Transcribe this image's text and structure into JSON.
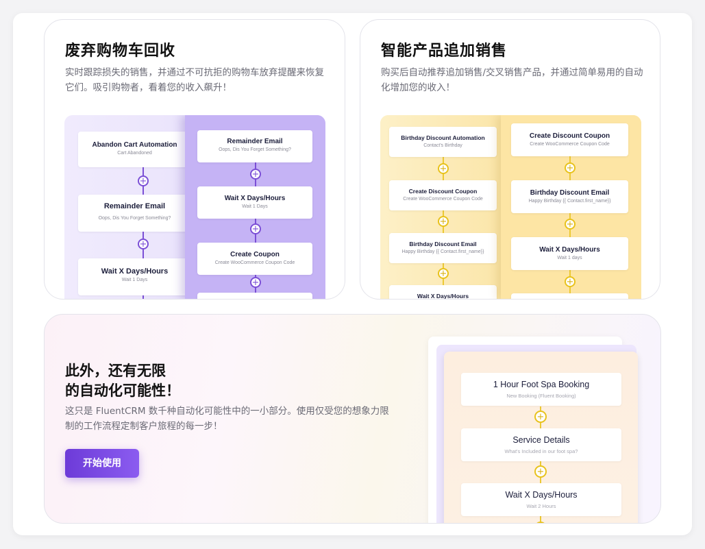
{
  "cards": [
    {
      "title": "废弃购物车回收",
      "description": "实时跟踪损失的销售，并通过不可抗拒的购物车放弃提醒来恢复它们。吸引购物者，看着您的收入飙升！",
      "left_nodes": [
        {
          "title": "Abandon Cart Automation",
          "subtitle": "Cart Abandoned"
        },
        {
          "title": "Remainder Email",
          "subtitle": "Oops, Dis You Forget Something?"
        },
        {
          "title": "Wait X Days/Hours",
          "subtitle": "Wait 1 Days"
        }
      ],
      "right_nodes": [
        {
          "title": "Remainder Email",
          "subtitle": "Oops, Dis You Forget Something?"
        },
        {
          "title": "Wait X Days/Hours",
          "subtitle": "Wait 1 Days"
        },
        {
          "title": "Create Coupon",
          "subtitle": "Create WooCommerce Coupon Code"
        }
      ],
      "accent": "#7b4fd6"
    },
    {
      "title": "智能产品追加销售",
      "description": "购买后自动推荐追加销售/交叉销售产品，并通过简单易用的自动化增加您的收入！",
      "left_nodes": [
        {
          "title": "Birthday Discount Automation",
          "subtitle": "Contact's Birthday"
        },
        {
          "title": "Create Discount Coupon",
          "subtitle": "Create WooCommerce Coupon Code"
        },
        {
          "title": "Birthday Discount Email",
          "subtitle": "Happy Birthday {{ Contact.first_name}}"
        },
        {
          "title": "Wait X Days/Hours",
          "subtitle": ""
        }
      ],
      "right_nodes": [
        {
          "title": "Create Discount Coupon",
          "subtitle": "Create WooCommerce Coupon Code"
        },
        {
          "title": "Birthday Discount Email",
          "subtitle": "Happy Birthday {{ Contact.first_name}}"
        },
        {
          "title": "Wait X Days/Hours",
          "subtitle": "Wait 1 days"
        }
      ],
      "accent": "#ecc934"
    }
  ],
  "bottom": {
    "title_line1": "此外，还有无限",
    "title_line2": "的自动化可能性！",
    "description": "这只是 FluentCRM 数千种自动化可能性中的一小部分。使用仅受您的想象力限制的工作流程定制客户旅程的每一步！",
    "button_label": "开始使用",
    "nodes": [
      {
        "title": "1 Hour Foot Spa Booking",
        "subtitle": "New Booking (Fluent Booking)"
      },
      {
        "title": "Service Details",
        "subtitle": "What's Included in our foot spa?"
      },
      {
        "title": "Wait X Days/Hours",
        "subtitle": "Wait 2 Hours"
      }
    ]
  },
  "icons": {
    "plus": "plus-circle-icon"
  },
  "plus_glyph": "+"
}
